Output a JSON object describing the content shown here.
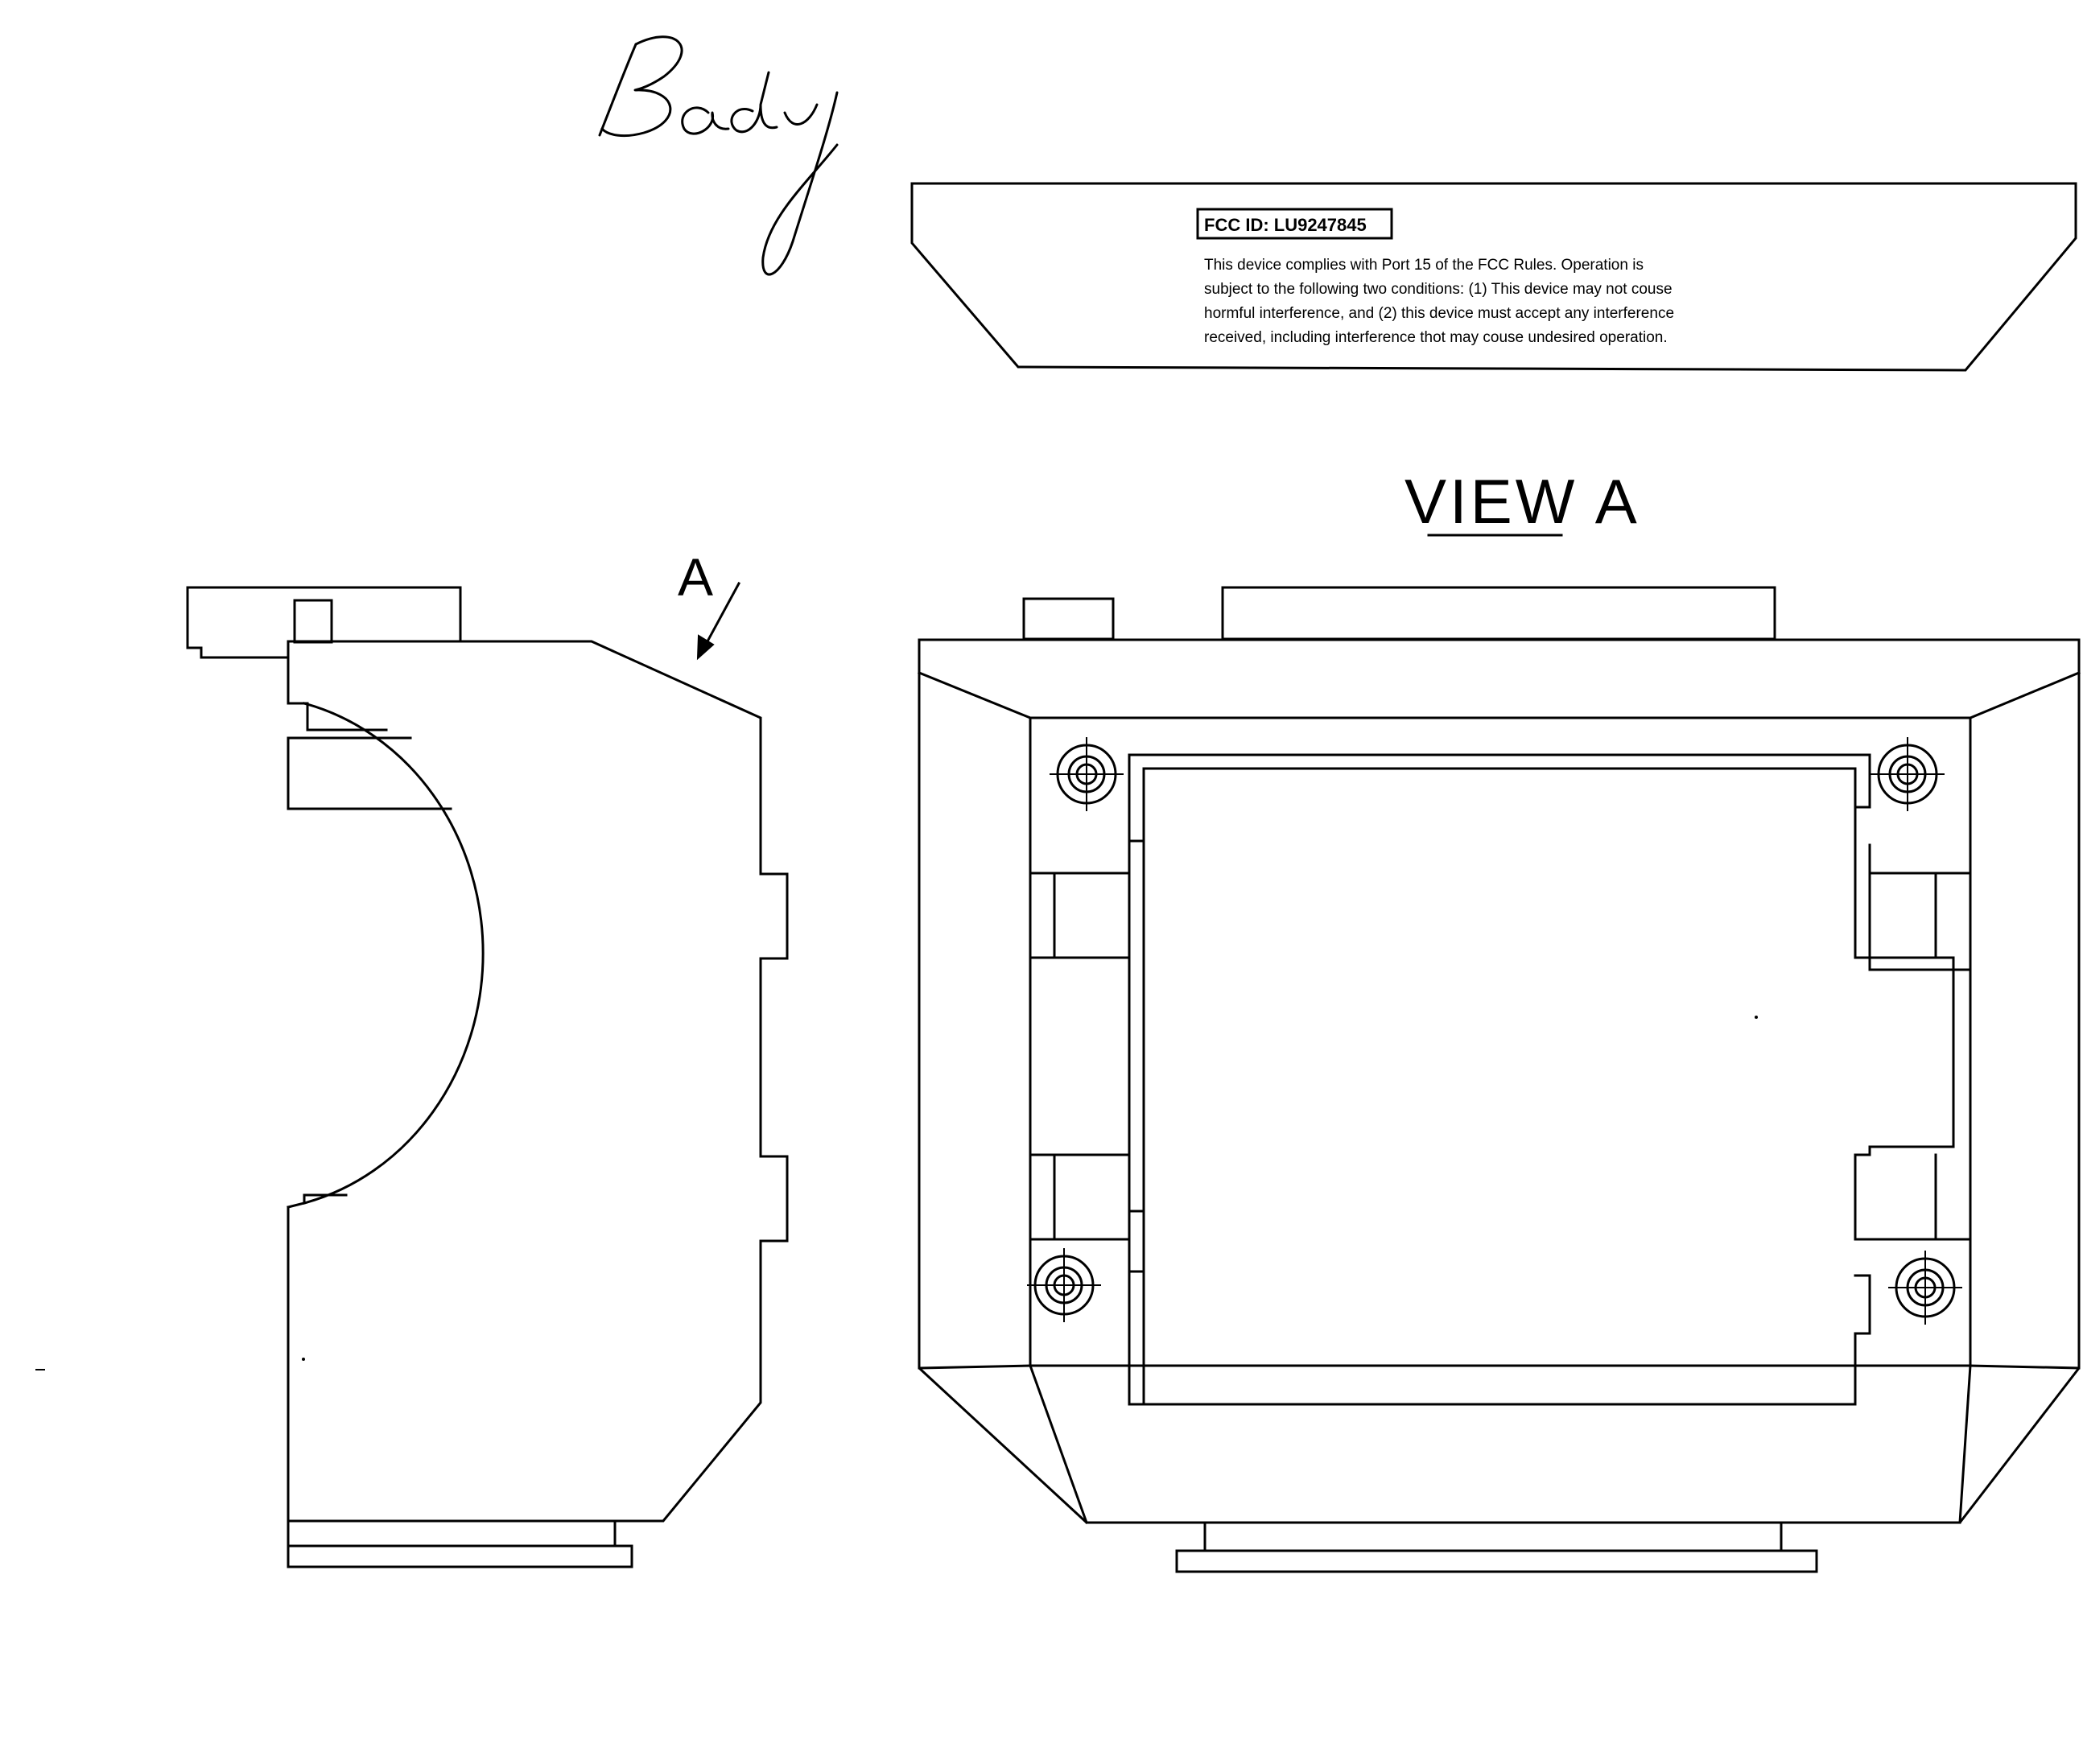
{
  "handwritten_title": "Body",
  "fcc_label": {
    "id_text": "FCC ID: LU9247845",
    "lines": [
      "This device complies with Port 15 of the FCC Rules. Operation is",
      "subject to the following two conditions: (1) This device may not couse",
      "hormful interference, and (2) this device must accept any interference",
      "received, including interference thot may couse undesired operation."
    ]
  },
  "view_a": {
    "title": "VIEW A"
  },
  "side_view": {
    "arrow_label": "A"
  }
}
